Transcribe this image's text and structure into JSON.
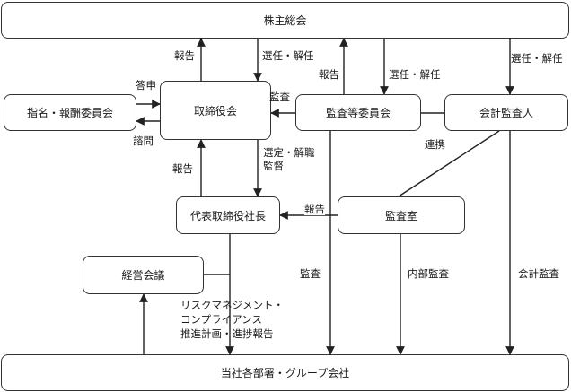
{
  "nodes": {
    "shareholders": "株主総会",
    "nomination": "指名・報酬委員会",
    "board": "取締役会",
    "audit_committee": "監査等委員会",
    "accounting_auditor": "会計監査人",
    "president": "代表取締役社長",
    "audit_office": "監査室",
    "management_meeting": "経営会議",
    "departments": "当社各部署・グループ会社"
  },
  "labels": {
    "report_board_to_shareholders": "報告",
    "elect_dismiss_board": "選任・解任",
    "report_audit_to_shareholders": "報告",
    "elect_dismiss_audit": "選任・解任",
    "elect_dismiss_accounting": "選任・解任",
    "answer": "答申",
    "consult": "諮問",
    "audit_to_board": "監査",
    "cooperation": "連携",
    "report_president_to_board": "報告",
    "appoint_dismiss_line1": "選定・解職",
    "appoint_dismiss_line2": "監督",
    "report_audit_office": "報告",
    "audit_to_departments": "監査",
    "internal_audit": "内部監査",
    "accounting_audit": "会計監査",
    "risk_line1": "リスクマネジメント・",
    "risk_line2": "コンプライアンス",
    "risk_line3": "推進計画・進捗報告"
  }
}
